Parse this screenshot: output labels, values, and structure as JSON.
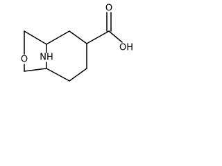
{
  "molecule": {
    "atoms": {
      "oxygen_carbonyl": "O",
      "hydroxyl": "OH",
      "amine": "NH",
      "ether_oxygen": "O"
    }
  }
}
